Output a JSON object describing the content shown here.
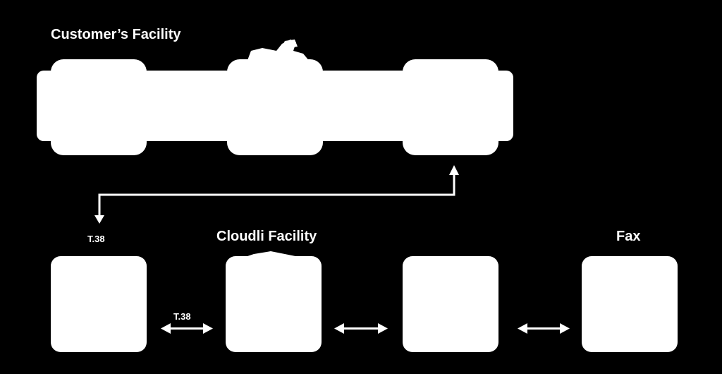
{
  "labels": {
    "customer_facility": "Customer’s Facility",
    "cloudli_facility": "Cloudli Facility",
    "fax": "Fax",
    "t38_top": "T.38",
    "t38_link": "T.38"
  },
  "colors": {
    "background": "#000000",
    "foreground": "#ffffff"
  }
}
